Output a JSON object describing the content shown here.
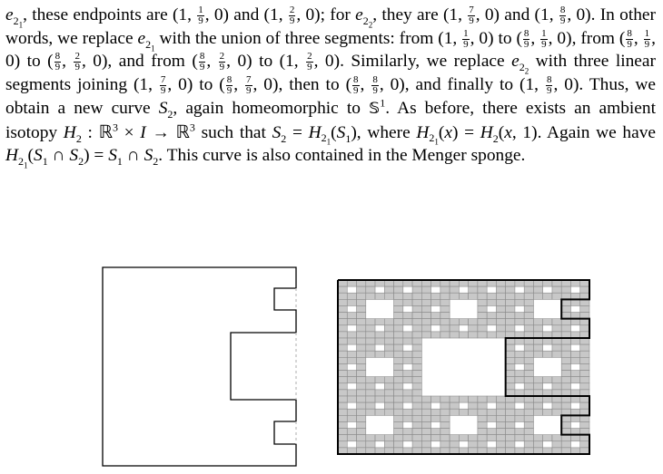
{
  "paragraph": {
    "t1": ", these endpoints are ",
    "t2": " and ",
    "t3": "; for ",
    "t4": ", they are ",
    "t5": " and ",
    "t6": ". In other words, we replace ",
    "t7": " with the union of three segments: from ",
    "t8": " to ",
    "t9": ", from ",
    "t10": " to ",
    "t11": ", and from ",
    "t12": " to ",
    "t13": ". Similarly, we replace ",
    "t14": " with three linear segments joining ",
    "t15": " to ",
    "t16": ", then to ",
    "t17": ", and finally to ",
    "t18": ". Thus, we obtain a new curve ",
    "t19": ", again homeomorphic to ",
    "t20": ". As before, there exists an ambient isotopy ",
    "t21": " such that ",
    "t22": ", where ",
    "t23": ". Again we have ",
    "t24": ". This curve is also contained in the Menger sponge."
  },
  "figures": {
    "left": "curve S2 outline with notches",
    "right": "Menger sponge grid with curve"
  }
}
